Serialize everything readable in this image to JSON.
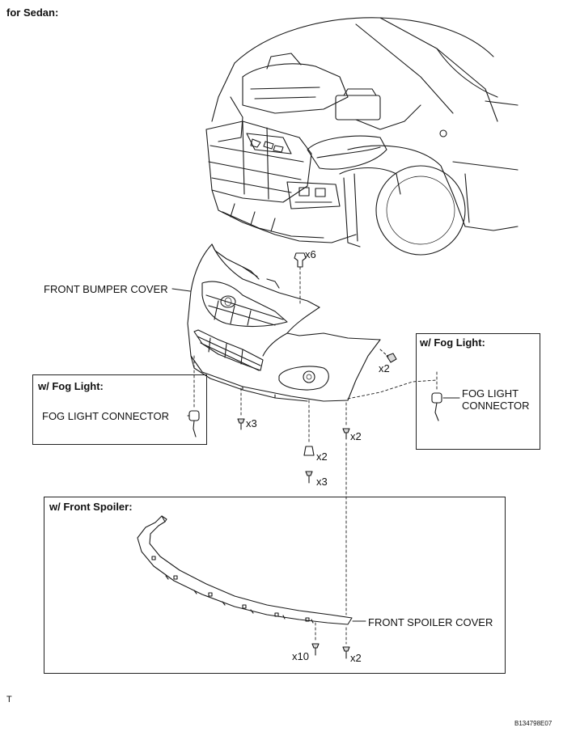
{
  "header": {
    "title": "for Sedan:"
  },
  "labels": {
    "front_bumper_cover": "FRONT BUMPER COVER",
    "front_spoiler_cover": "FRONT SPOILER COVER"
  },
  "fastener_counts": {
    "upper_clips": "x6",
    "side_bolt": "x2",
    "lower_left_screws": "x3",
    "right_screws": "x2",
    "center_clips": "x2",
    "center_screws": "x3",
    "spoiler_clips": "x10",
    "spoiler_screws": "x2"
  },
  "insets": {
    "fog_left": {
      "title": "w/ Fog Light:",
      "label": "FOG LIGHT CONNECTOR"
    },
    "fog_right": {
      "title": "w/ Fog Light:",
      "label_line1": "FOG LIGHT",
      "label_line2": "CONNECTOR"
    },
    "spoiler": {
      "title": "w/ Front Spoiler:"
    }
  },
  "footer": {
    "corner_mark": "T",
    "figure_code": "B134798E07"
  }
}
